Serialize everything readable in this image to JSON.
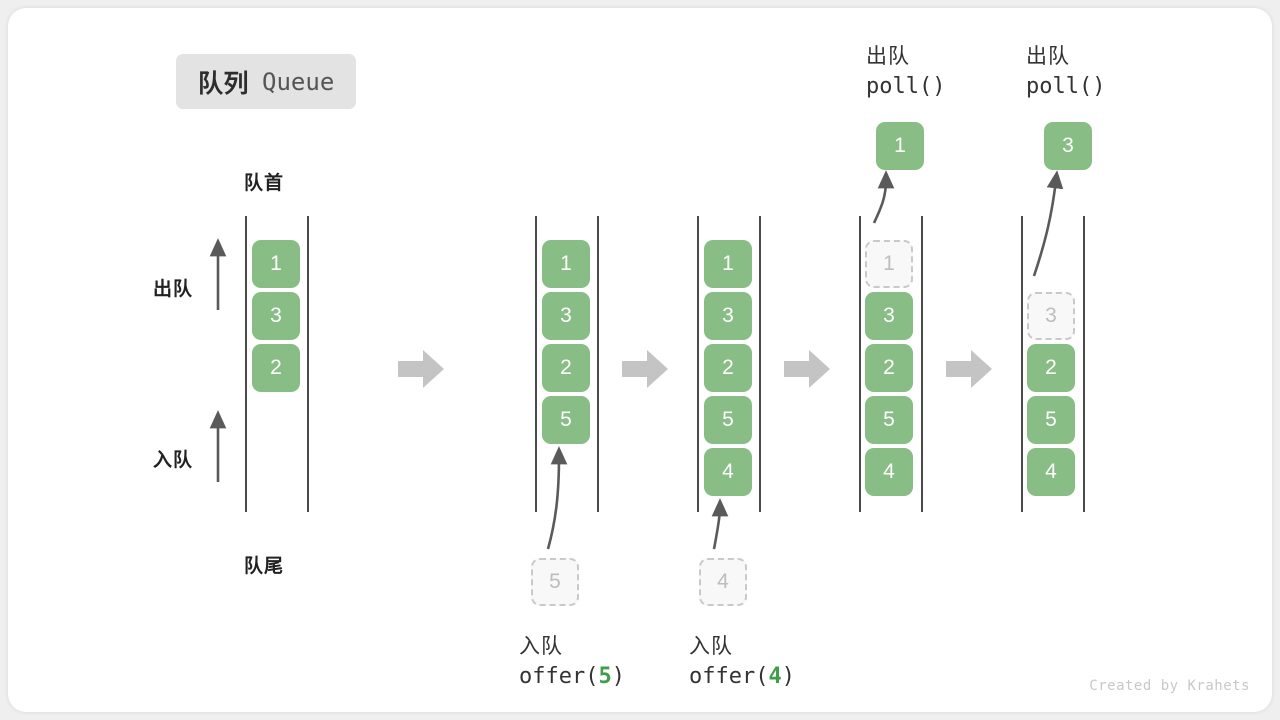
{
  "figure": {
    "title_cn": "队列",
    "title_en": "Queue",
    "credit": "Created by Krahets",
    "accent_green": "#88bd85",
    "code_green": "#3e9e4a",
    "ghost_gray": "#c9c9c9",
    "rail_color": "#4a4a4a",
    "step_arrow_color": "#c4c4c4",
    "pill_bg": "#e3e3e3"
  },
  "legend": {
    "front_label": "队首",
    "rear_label": "队尾",
    "dequeue_label": "出队",
    "enqueue_label": "入队"
  },
  "stages": [
    {
      "id": "initial",
      "items": [
        "1",
        "3",
        "2"
      ],
      "ghost_in_queue": null,
      "incoming": null,
      "popped": null,
      "caption_cn": null,
      "caption_code": null,
      "offset_slots": 0
    },
    {
      "id": "offer-5",
      "items": [
        "1",
        "3",
        "2",
        "5"
      ],
      "ghost_in_queue": null,
      "incoming": "5",
      "popped": null,
      "caption_cn": "入队",
      "caption_code": "offer(5)",
      "caption_code_prefix": "offer(",
      "caption_code_num": "5",
      "caption_code_suffix": ")",
      "offset_slots": 0
    },
    {
      "id": "offer-4",
      "items": [
        "1",
        "3",
        "2",
        "5",
        "4"
      ],
      "ghost_in_queue": null,
      "incoming": "4",
      "popped": null,
      "caption_cn": "入队",
      "caption_code": "offer(4)",
      "caption_code_prefix": "offer(",
      "caption_code_num": "4",
      "caption_code_suffix": ")",
      "offset_slots": 0
    },
    {
      "id": "poll-1",
      "items": [
        "3",
        "2",
        "5",
        "4"
      ],
      "ghost_in_queue": "1",
      "incoming": null,
      "popped": "1",
      "caption_cn": "出队",
      "caption_code": "poll()",
      "offset_slots": 0
    },
    {
      "id": "poll-3",
      "items": [
        "2",
        "5",
        "4"
      ],
      "ghost_in_queue": "3",
      "incoming": null,
      "popped": "3",
      "caption_cn": "出队",
      "caption_code": "poll()",
      "offset_slots": 1
    }
  ],
  "step_arrows": 4
}
